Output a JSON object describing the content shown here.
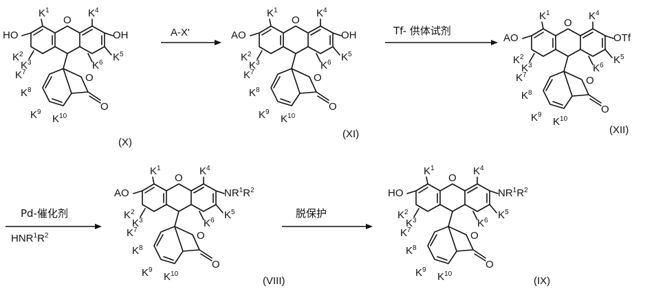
{
  "compounds": [
    {
      "id": "X",
      "label": "(X)",
      "left_group": "HO",
      "right_group": "OH",
      "ring_atoms": [
        "O",
        "O",
        "O"
      ],
      "substituents": {
        "k1": "K",
        "k1n": "1",
        "k2": "K",
        "k2n": "2",
        "k3": "K",
        "k3n": "3",
        "k4": "K",
        "k4n": "4",
        "k5": "K",
        "k5n": "5",
        "k6": "K",
        "k6n": "6",
        "k7": "K",
        "k7n": "7",
        "k8": "K",
        "k8n": "8",
        "k9": "K",
        "k9n": "9",
        "k10": "K",
        "k10n": "10"
      }
    },
    {
      "id": "XI",
      "label": "(XI)",
      "left_group": "AO",
      "right_group": "OH",
      "ring_atoms": [
        "O",
        "O",
        "O"
      ],
      "substituents": {
        "k1": "K",
        "k1n": "1",
        "k2": "K",
        "k2n": "2",
        "k3": "K",
        "k3n": "3",
        "k4": "K",
        "k4n": "4",
        "k5": "K",
        "k5n": "5",
        "k6": "K",
        "k6n": "6",
        "k7": "K",
        "k7n": "7",
        "k8": "K",
        "k8n": "8",
        "k9": "K",
        "k9n": "9",
        "k10": "K",
        "k10n": "10"
      }
    },
    {
      "id": "XII",
      "label": "(XII)",
      "left_group": "AO",
      "right_group": "OTf",
      "ring_atoms": [
        "O",
        "O",
        "O"
      ],
      "substituents": {
        "k1": "K",
        "k1n": "1",
        "k2": "K",
        "k2n": "2",
        "k3": "K",
        "k3n": "3",
        "k4": "K",
        "k4n": "4",
        "k5": "K",
        "k5n": "5",
        "k6": "K",
        "k6n": "6",
        "k7": "K",
        "k7n": "7",
        "k8": "K",
        "k8n": "8",
        "k9": "K",
        "k9n": "9",
        "k10": "K",
        "k10n": "10"
      }
    },
    {
      "id": "VIII",
      "label": "(VIII)",
      "left_group": "AO",
      "right_group": "NR",
      "right_sup1": "1",
      "right_mid": "R",
      "right_sup2": "2",
      "ring_atoms": [
        "O",
        "O",
        "O"
      ],
      "substituents": {
        "k1": "K",
        "k1n": "1",
        "k2": "K",
        "k2n": "2",
        "k3": "K",
        "k3n": "3",
        "k4": "K",
        "k4n": "4",
        "k5": "K",
        "k5n": "5",
        "k6": "K",
        "k6n": "6",
        "k7": "K",
        "k7n": "7",
        "k8": "K",
        "k8n": "8",
        "k9": "K",
        "k9n": "9",
        "k10": "K",
        "k10n": "10"
      }
    },
    {
      "id": "IX",
      "label": "(IX)",
      "left_group": "HO",
      "right_group": "NR",
      "right_sup1": "1",
      "right_mid": "R",
      "right_sup2": "2",
      "ring_atoms": [
        "O",
        "O",
        "O"
      ],
      "substituents": {
        "k1": "K",
        "k1n": "1",
        "k2": "K",
        "k2n": "2",
        "k3": "K",
        "k3n": "3",
        "k4": "K",
        "k4n": "4",
        "k5": "K",
        "k5n": "5",
        "k6": "K",
        "k6n": "6",
        "k7": "K",
        "k7n": "7",
        "k8": "K",
        "k8n": "8",
        "k9": "K",
        "k9n": "9",
        "k10": "K",
        "k10n": "10"
      }
    }
  ],
  "reactions": [
    {
      "id": "r1",
      "above": "A-X'",
      "below": ""
    },
    {
      "id": "r2",
      "above": "Tf- 供体试剂",
      "below": ""
    },
    {
      "id": "r3",
      "above": "Pd-催化剂",
      "below_main": "HNR",
      "below_sup1": "1",
      "below_mid": "R",
      "below_sup2": "2"
    },
    {
      "id": "r4",
      "above": "脱保护",
      "below": ""
    }
  ]
}
